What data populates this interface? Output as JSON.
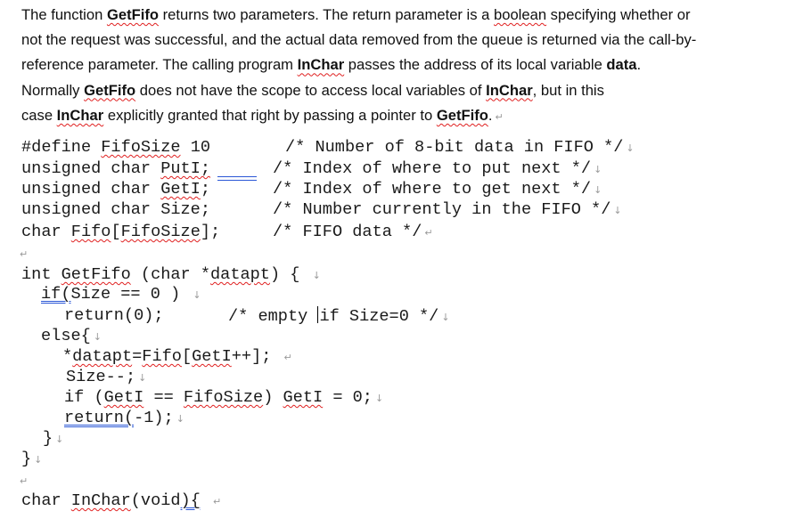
{
  "document": {
    "paragraph": {
      "lines": [
        [
          "The function ",
          "GetFifo",
          " returns two parameters. The return parameter is a ",
          "boolean",
          " specifying whether or"
        ],
        [
          "not the request was successful, and the actual data removed from the queue is returned via the call-by-"
        ],
        [
          "reference parameter. The calling program ",
          "InChar",
          " passes the address of its local variable ",
          "data",
          "."
        ],
        [
          "Normally ",
          "GetFifo",
          " does not have the scope to access local variables of ",
          "InChar",
          ", but in this"
        ],
        [
          "case ",
          "InChar",
          " explicitly granted that right by passing a pointer to ",
          "GetFifo",
          "."
        ]
      ]
    },
    "code": {
      "declarations": [
        {
          "code": "#define FifoSize 10",
          "comment": "/* Number of 8-bit data in FIFO */"
        },
        {
          "code": "unsigned char PutI;",
          "comment": "/* Index of where to put next */"
        },
        {
          "code": "unsigned char GetI;",
          "comment": "/* Index of where to get next */"
        },
        {
          "code": "unsigned char Size;",
          "comment": "/* Number currently in the FIFO */"
        },
        {
          "code": "char Fifo[FifoSize];",
          "comment": "/* FIFO data */"
        }
      ],
      "getfifo": {
        "signature": "int GetFifo (char *datapt) {",
        "if_line": "if(Size == 0 )",
        "return0": "return(0);",
        "return0_comment_a": "/* empty ",
        "return0_comment_b": "if Size=0 */",
        "else_line": "else{",
        "assign_line": "*datapt=Fifo[GetI++];",
        "dec_line": "Size--;",
        "wrap_line": "if (GetI == FifoSize) GetI = 0;",
        "return1": "return(-1);",
        "close_inner": "}",
        "close_outer": "}"
      },
      "inchar": {
        "signature": "char InChar(void){"
      }
    },
    "marks": {
      "paragraph": "↵",
      "line_break": "↓"
    },
    "colors": {
      "spelling_squiggle": "#e02020",
      "grammar_double_underline": "#2b57d6"
    }
  }
}
